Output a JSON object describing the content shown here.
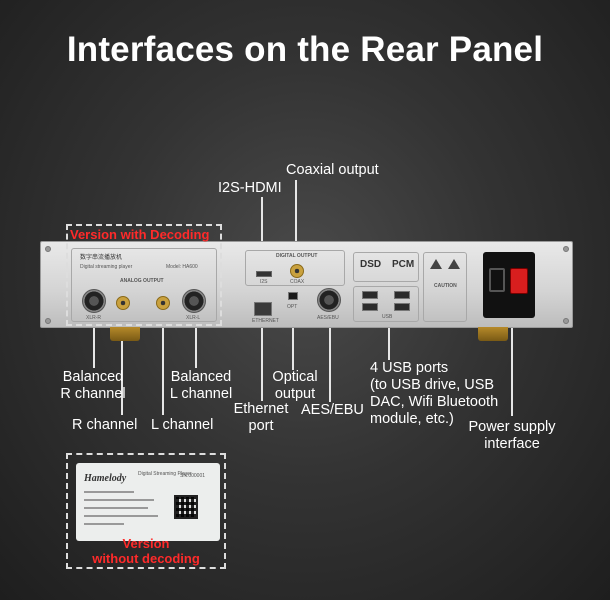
{
  "title": "Interfaces on the Rear Panel",
  "labels": {
    "coaxial_output": "Coaxial output",
    "i2s_hdmi": "I2S-HDMI",
    "balanced_r": [
      "Balanced",
      "R channel"
    ],
    "r_channel": "R channel",
    "l_channel": "L channel",
    "balanced_l": [
      "Balanced",
      "L channel"
    ],
    "ethernet": [
      "Ethernet",
      "port"
    ],
    "optical": [
      "Optical",
      "output"
    ],
    "aes_ebu": "AES/EBU",
    "usb_ports": [
      "4 USB ports",
      "(to USB drive, USB",
      "DAC, Wifi Bluetooth",
      "module, etc.)"
    ],
    "power_supply": [
      "Power supply",
      "interface"
    ]
  },
  "callouts": {
    "with_decoding": "Version with Decoding",
    "without_decoding": [
      "Version",
      "without decoding"
    ]
  },
  "panel": {
    "chinese_name": "数字串流播放机",
    "subtitle": "Digital streaming player",
    "model": "Model: HA600",
    "analog_output": "ANALOG OUTPUT",
    "digital_output": "DIGITAL OUTPUT",
    "dsd": "DSD",
    "pcm": "PCM",
    "caution": "CAUTION",
    "connector_labels": {
      "xlr_r": "XLR-R",
      "xlr_l": "XLR-L",
      "hdmi": "I2S",
      "coax": "COAX",
      "opt": "OPT",
      "aesebu": "AES/EBU",
      "usb": "USB",
      "ethernet": "ETHERNET"
    }
  },
  "plate": {
    "brand": "Hamelody",
    "product": "Digital Streaming Player",
    "serial": "SN:000001"
  },
  "colors": {
    "accent_red": "#ff2a2a",
    "power_switch": "#d81e1e",
    "gold_connector": "#c9a13e"
  }
}
